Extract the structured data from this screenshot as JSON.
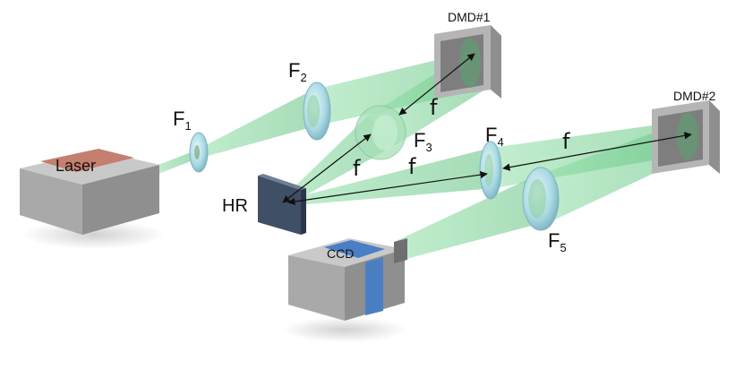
{
  "components": {
    "laser": "Laser",
    "ccd": "CCD",
    "hr": "HR",
    "dmd1": "DMD#1",
    "dmd2": "DMD#2"
  },
  "lenses": {
    "f1": {
      "base": "F",
      "sub": "1"
    },
    "f2": {
      "base": "F",
      "sub": "2"
    },
    "f3": {
      "base": "F",
      "sub": "3"
    },
    "f4": {
      "base": "F",
      "sub": "4"
    },
    "f5": {
      "base": "F",
      "sub": "5"
    }
  },
  "focal_labels": {
    "dmd1_f3": "f",
    "f3_hr": "f",
    "hr_f4": "f",
    "f4_dmd2": "f"
  },
  "colors": {
    "beam": "#7ed69a",
    "housing": "#a9a9a9",
    "laser_panel": "#c47f6e",
    "ccd_panel": "#4a7fc4",
    "lens": "#b8e0e8",
    "mirror": "#3f4f66"
  }
}
